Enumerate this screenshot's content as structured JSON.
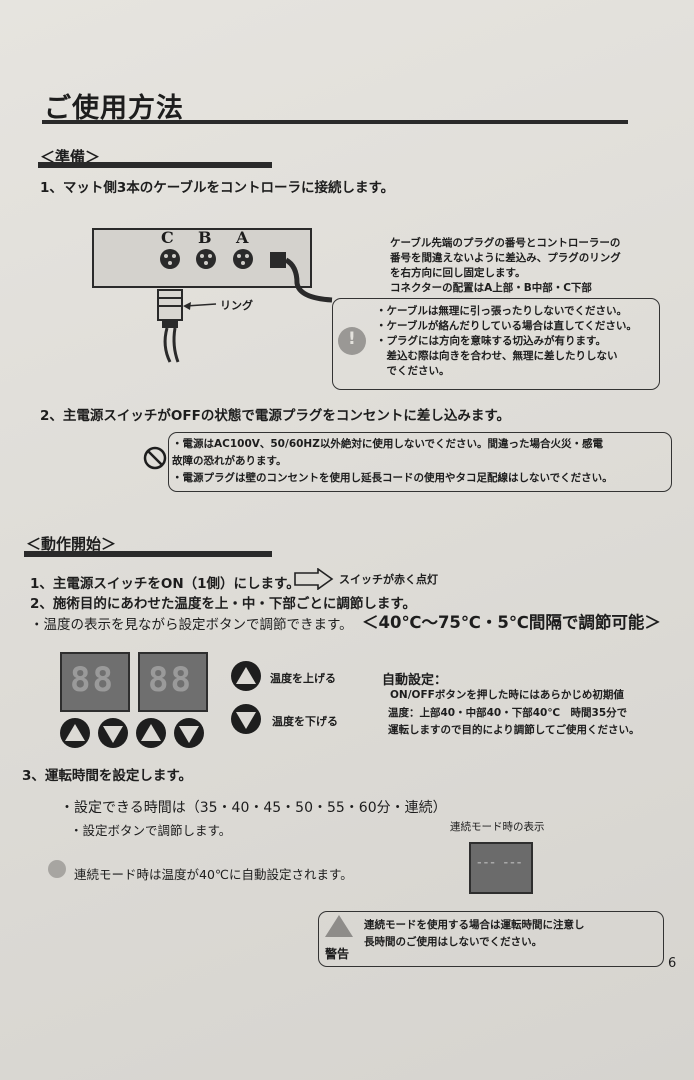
{
  "title": "ご使用方法",
  "prep": {
    "heading": "＜準備＞",
    "step1": "1、マット側3本のケーブルをコントローラに接続します。",
    "connector_labels": [
      "C",
      "B",
      "A"
    ],
    "ring_label": "リング",
    "note_lines": [
      "ケーブル先端のプラグの番号とコントローラーの",
      "番号を間違えないように差込み、プラグのリング",
      "を右方向に回し固定します。",
      "コネクターの配置はA上部・B中部・C下部"
    ],
    "caution_lines": [
      "・ケーブルは無理に引っ張ったりしないでください。",
      "・ケーブルが絡んだりしている場合は直してください。",
      "・プラグには方向を意味する切込みが有ります。",
      "　差込む際は向きを合わせ、無理に差したりしない",
      "　でください。"
    ],
    "caution_mark": "!",
    "step2": "2、主電源スイッチがOFFの状態で電源プラグをコンセントに差し込みます。",
    "warning_lines": [
      "・電源はAC100V、50/60HZ以外絶対に使用しないでください。間違った場合火災・感電",
      "故障の恐れがあります。",
      "・電源プラグは壁のコンセントを使用し延長コードの使用やタコ足配線はしないでください。"
    ]
  },
  "operation": {
    "heading": "＜動作開始＞",
    "step1": "1、主電源スイッチをON（1側）にします。",
    "step1_result": "スイッチが赤く点灯",
    "step2": "2、施術目的にあわせた温度を上・中・下部ごとに調節します。",
    "temp_line": "・温度の表示を見ながら設定ボタンで調節できます。",
    "temp_range": "＜40℃～75℃・5℃間隔で調節可能＞",
    "digit_display_1": "88",
    "digit_display_2": "88",
    "raise_label": "温度を上げる",
    "lower_label": "温度を下げる",
    "auto_title": "自動設定：",
    "auto_lines": [
      "ON/OFFボタンを押した時にはあらかじめ初期値",
      "温度：上部40・中部40・下部40℃　時間35分で",
      "運転しますので目的により調節してご使用ください。"
    ],
    "step3": "3、運転時間を設定します。",
    "time_line": "・設定できる時間は（35・40・45・50・55・60分・連続）",
    "button_line": "・設定ボタンで調節します。",
    "continuous_label": "連続モード時の表示",
    "continuous_display": "--- ---",
    "continuous_note": "連続モード時は温度が40℃に自動設定されます。",
    "caution_lines": [
      "連続モードを使用する場合は運転時間に注意し",
      "長時間のご使用はしないでください。"
    ],
    "warning_word": "警告"
  },
  "page_number": "6"
}
